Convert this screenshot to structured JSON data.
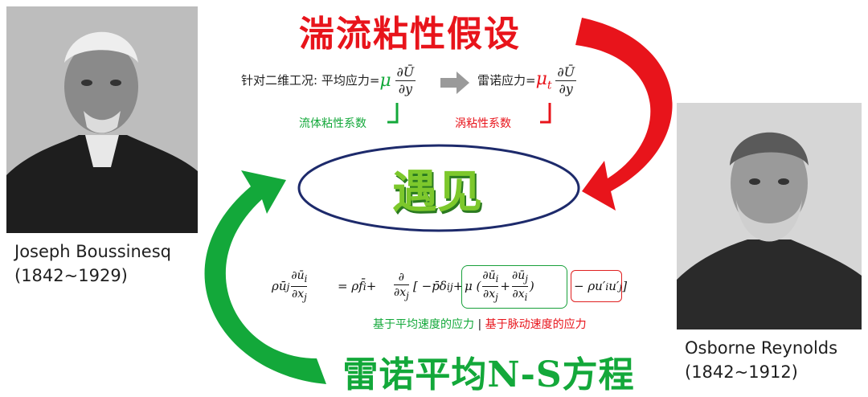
{
  "title_top": "湍流粘性假设",
  "title_bottom": "雷诺平均N-S方程",
  "center_label": "遇见",
  "people": {
    "left": {
      "name": "Joseph Boussinesq",
      "years": "(1842~1929)"
    },
    "right": {
      "name": "Osborne Reynolds",
      "years": "(1842~1912)"
    }
  },
  "equation_line": {
    "prefix": "针对二维工况: 平均应力=",
    "mu": "μ",
    "dU": "∂Ū",
    "dy": "∂y",
    "middle": "雷诺应力=",
    "mu_t": "μ",
    "t_sub": "t"
  },
  "notes": {
    "fluid_viscosity": "流体粘性系数",
    "eddy_viscosity": "涡粘性系数"
  },
  "stress_labels": {
    "mean": "基于平均速度的应力",
    "separator": "|",
    "fluct": "基于脉动速度的应力"
  },
  "colors": {
    "red": "#e8141b",
    "green": "#13a83a",
    "light_green": "#7dc82c",
    "ellipse": "#1d2a6b"
  }
}
